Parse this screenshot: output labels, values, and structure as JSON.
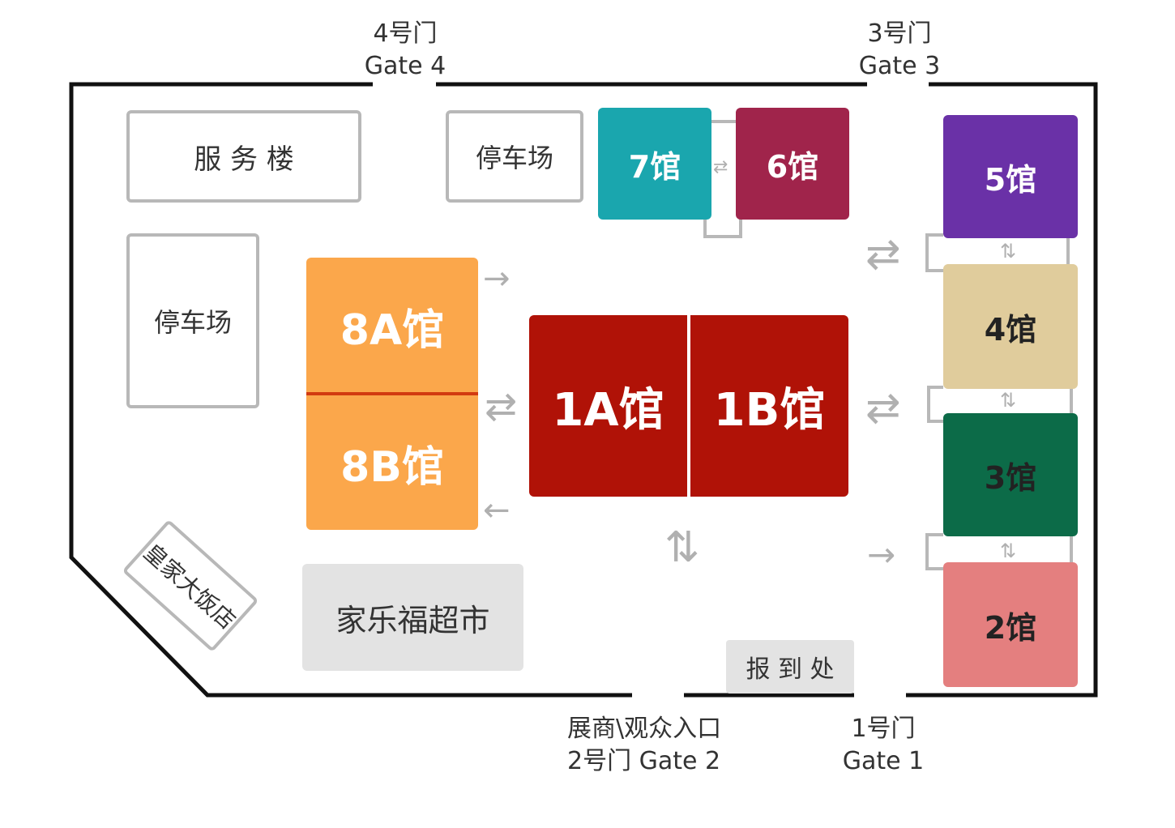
{
  "gates": {
    "gate4": {
      "cn": "4号门",
      "en": "Gate 4"
    },
    "gate3": {
      "cn": "3号门",
      "en": "Gate 3"
    },
    "gate2": {
      "cn": "展商\\观众入口",
      "en": "2号门  Gate 2"
    },
    "gate1": {
      "cn": "1号门",
      "en": "Gate 1"
    }
  },
  "buildings": {
    "service_building": "服 务 楼",
    "parking_top": "停车场",
    "parking_left": "停车场",
    "royal_hotel": "皇家大饭店",
    "carrefour": "家乐福超市",
    "registration": "报 到 处"
  },
  "halls": {
    "h7": "7馆",
    "h6": "6馆",
    "h5": "5馆",
    "h4": "4馆",
    "h3": "3馆",
    "h2": "2馆",
    "h8a": "8A馆",
    "h8b": "8B馆",
    "h1a": "1A馆",
    "h1b": "1B馆"
  },
  "colors": {
    "h7": "#1aa6ae",
    "h6": "#a0244b",
    "h5": "#6a31a7",
    "h4": "#e0cc9c",
    "h3": "#0c6b48",
    "h2": "#e47f7f",
    "h8": "#fba74b",
    "h1": "#b01207",
    "outline": "#b8b8b8",
    "wall": "#111111",
    "arrow": "#b0b0b0"
  },
  "arrows": {
    "right": "→",
    "left": "←",
    "exchange_h": "⇄",
    "exchange_v": "⇅"
  }
}
